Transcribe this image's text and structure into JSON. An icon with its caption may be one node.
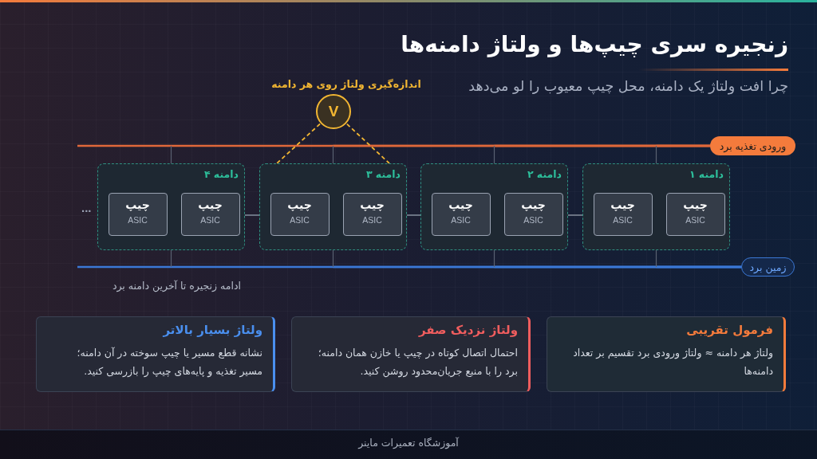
{
  "diagram": {
    "title": "زنجیره سری چیپ‌ها و ولتاژ دامنه‌ها",
    "nodes": [
      {
        "text": [
          "V"
        ],
        "beside": [
          "اندازه‌گیری ولتاژ روی هر دامنه"
        ]
      },
      {
        "text": [
          "دامنه ۱"
        ]
      },
      {
        "text": [
          "چیپ",
          "ASIC"
        ],
        "in": 1
      },
      {
        "text": [
          "چیپ",
          "ASIC"
        ],
        "in": 1
      },
      {
        "text": [
          "دامنه ۲"
        ]
      },
      {
        "text": [
          "چیپ",
          "ASIC"
        ],
        "in": 4
      },
      {
        "text": [
          "چیپ",
          "ASIC"
        ],
        "in": 4
      },
      {
        "text": [
          "دامنه ۳"
        ]
      },
      {
        "text": [
          "چیپ",
          "ASIC"
        ],
        "in": 7
      },
      {
        "text": [
          "چیپ",
          "ASIC"
        ],
        "in": 7
      },
      {
        "text": [
          "دامنه ۴"
        ]
      },
      {
        "text": [
          "چیپ",
          "ASIC"
        ],
        "in": 10
      },
      {
        "text": [
          "چیپ",
          "ASIC"
        ],
        "in": 10
      },
      {
        "text": [
          "ورودی تغذیه برد"
        ]
      },
      {
        "text": [
          "زمین برد"
        ]
      },
      {
        "text": [
          "فرمول تقریبی",
          "ولتاژ هر دامنه ≈ ولتاژ ورودی برد تقسیم بر تعداد دامنه‌ها"
        ]
      },
      {
        "text": [
          "ولتاژ نزدیک صفر",
          "احتمال اتصال کوتاه در چیپ یا خازن همان دامنه؛ برد را با منبع جریان‌محدود روشن کنید."
        ]
      },
      {
        "text": [
          "ولتاژ بسیار بالاتر",
          "نشانه قطع مسیر یا چیپ سوخته در آن دامنه؛ مسیر تغذیه و پایه‌های چیپ را بازرسی کنید."
        ]
      }
    ],
    "edges": [
      {
        "from": 13,
        "to": 1,
        "arrow": "none",
        "color": "#e0683a"
      },
      {
        "from": 13,
        "to": 4,
        "arrow": "none",
        "color": "#e0683a"
      },
      {
        "from": 13,
        "to": 7,
        "arrow": "none",
        "color": "#e0683a"
      },
      {
        "from": 13,
        "to": 10,
        "arrow": "none",
        "color": "#e0683a"
      },
      {
        "from": 14,
        "to": 1,
        "arrow": "none",
        "color": "#3b78d6"
      },
      {
        "from": 14,
        "to": 4,
        "arrow": "none",
        "color": "#3b78d6"
      },
      {
        "from": 14,
        "to": 7,
        "arrow": "none",
        "color": "#3b78d6"
      },
      {
        "from": 14,
        "to": 10,
        "arrow": "none",
        "color": "#3b78d6"
      },
      {
        "from": 1,
        "to": 4,
        "arrow": "none",
        "color": "#6a7282"
      },
      {
        "from": 4,
        "to": 7,
        "arrow": "none",
        "color": "#6a7282"
      },
      {
        "from": 7,
        "to": 10,
        "arrow": "none",
        "color": "#6a7282"
      },
      {
        "from": 0,
        "to": 7,
        "arrow": "none",
        "style": "dashed",
        "color": "#f2b632"
      },
      {
        "from": 0,
        "to": 7,
        "arrow": "none",
        "style": "dashed",
        "color": "#f2b632"
      }
    ],
    "labels": [
      "چرا افت ولتاژ یک دامنه، محل چیپ معیوب را لو می‌دهد",
      "...",
      "ادامه زنجیره تا آخرین دامنه برد",
      "آموزشگاه تعمیرات ماینر"
    ]
  }
}
